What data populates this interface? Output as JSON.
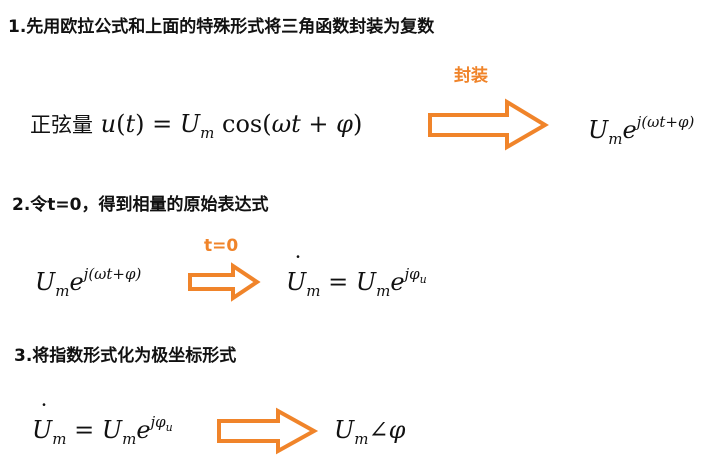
{
  "steps": [
    {
      "heading": "1.先用欧拉公式和上面的特殊形式将三角函数封装为复数"
    },
    {
      "heading": "2.令t=0，得到相量的原始表达式"
    },
    {
      "heading": "3.将指数形式化为极坐标形式"
    }
  ],
  "arrow_labels": {
    "package": "封装",
    "t_zero": "t=0"
  },
  "colors": {
    "accent": "#F0842A",
    "text": "#111111"
  },
  "formula_1": {
    "prefix": "正弦量",
    "lhs": "u(t)",
    "rhs": "Um cos(ωt + φ)",
    "result": "Um e^{j(ωt+φ)}"
  },
  "formula_2": {
    "lhs": "Um e^{j(ωt+φ)}",
    "result": "U̇m = Um e^{jφu}"
  },
  "formula_3": {
    "lhs": "U̇m = Um e^{jφu}",
    "result": "Um∠φ"
  }
}
